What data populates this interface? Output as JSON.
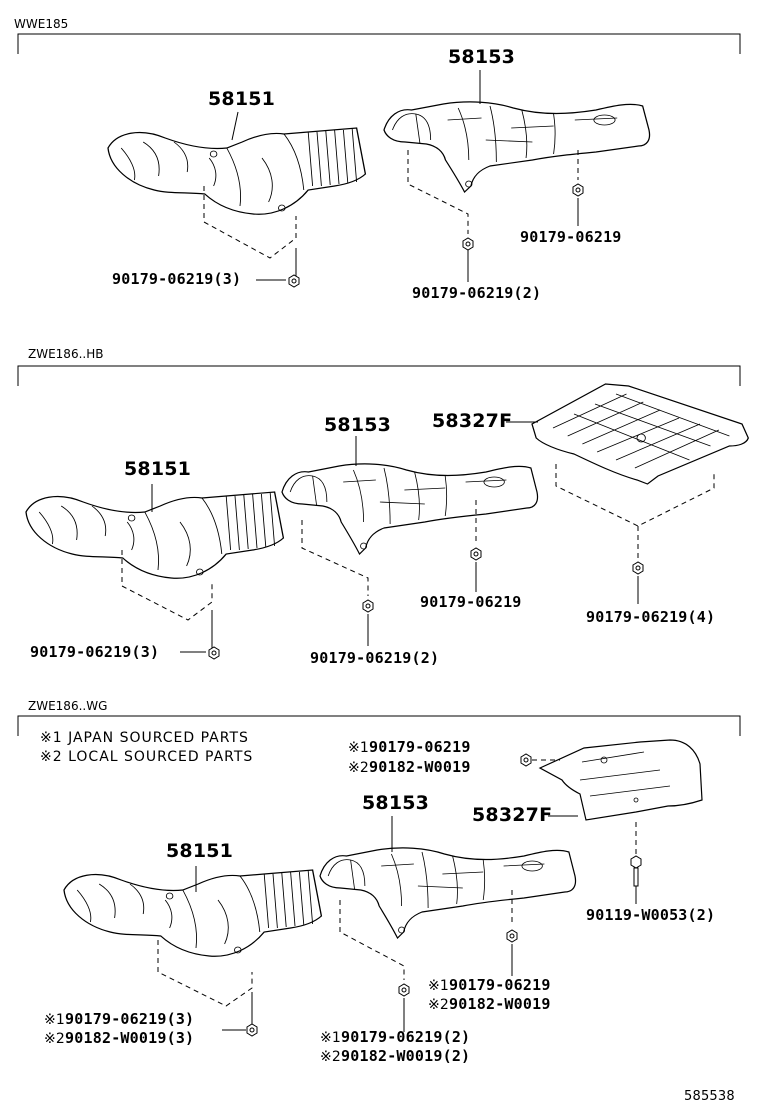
{
  "sections": [
    {
      "code": "WWE185",
      "labels": {
        "p58151": "58151",
        "p58153": "58153",
        "fastener_a": "90179-06219(3)",
        "fastener_b": "90179-06219(2)",
        "fastener_c": "90179-06219"
      }
    },
    {
      "code": "ZWE186..HB",
      "labels": {
        "p58151": "58151",
        "p58153": "58153",
        "p58327": "58327F",
        "fastener_a": "90179-06219(3)",
        "fastener_b": "90179-06219(2)",
        "fastener_c": "90179-06219",
        "fastener_d": "90179-06219(4)"
      }
    },
    {
      "code": "ZWE186..WG",
      "notes": [
        {
          "mark": "※1",
          "text": "JAPAN SOURCED PARTS"
        },
        {
          "mark": "※2",
          "text": "LOCAL SOURCED PARTS"
        }
      ],
      "labels": {
        "p58151": "58151",
        "p58153": "58153",
        "p58327": "58327F",
        "f58327_1": "90179-06219",
        "f58327_2": "90182-W0019",
        "f58327_bolt": "90119-W0053(2)",
        "f58151_1": "90179-06219(3)",
        "f58151_2": "90182-W0019(3)",
        "f58153a_1": "90179-06219(2)",
        "f58153a_2": "90182-W0019(2)",
        "f58153b_1": "90179-06219",
        "f58153b_2": "90182-W0019"
      },
      "marks": {
        "m1": "※1",
        "m2": "※2"
      }
    }
  ],
  "figure_number": "585538"
}
